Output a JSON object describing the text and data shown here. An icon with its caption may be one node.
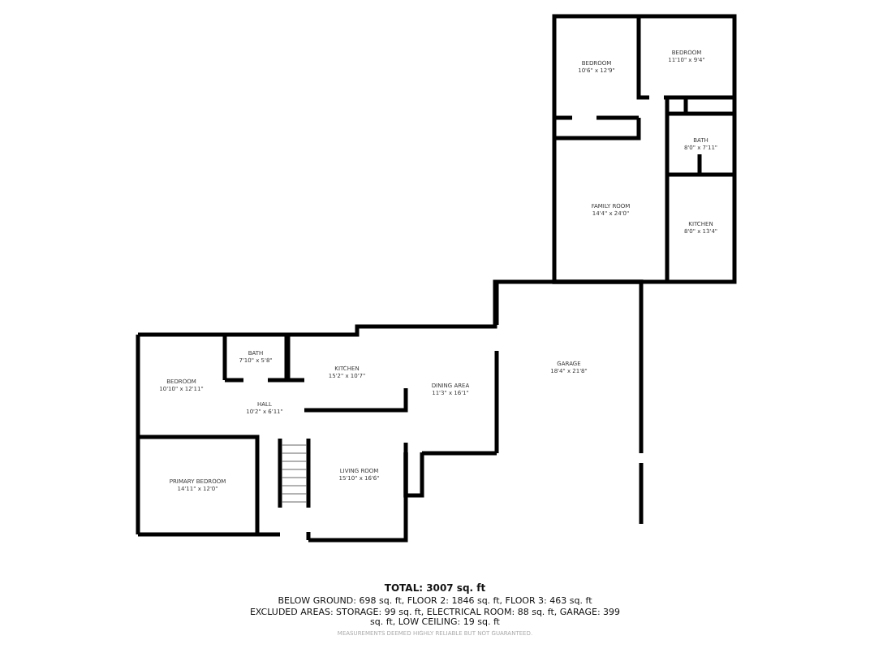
{
  "diagram": {
    "nodes": [
      {
        "text": [
          "BEDROOM",
          "10'6\" x 12'9\""
        ]
      },
      {
        "text": [
          "BEDROOM",
          "11'10\" x 9'4\""
        ]
      },
      {
        "text": [
          "BATH",
          "8'0\" x 7'11\""
        ]
      },
      {
        "text": [
          "FAMILY ROOM",
          "14'4\" x 24'0\""
        ]
      },
      {
        "text": [
          "KITCHEN",
          "8'0\" x 13'4\""
        ]
      },
      {
        "text": [
          "BATH",
          "7'10\" x 5'8\""
        ]
      },
      {
        "text": [
          "KITCHEN",
          "15'2\" x 10'7\""
        ]
      },
      {
        "text": [
          "GARAGE",
          "18'4\" x 21'8\""
        ]
      },
      {
        "text": [
          "BEDROOM",
          "10'10\" x 12'11\""
        ]
      },
      {
        "text": [
          "DINING AREA",
          "11'3\" x 16'1\""
        ]
      },
      {
        "text": [
          "HALL",
          "10'2\" x 6'11\""
        ]
      },
      {
        "text": [
          "PRIMARY BEDROOM",
          "14'11\" x 12'0\""
        ]
      },
      {
        "text": [
          "LIVING ROOM",
          "15'10\" x 16'6\""
        ]
      }
    ],
    "edges": [],
    "labels": [
      "TOTAL: 3007 sq. ft",
      "BELOW GROUND: 698 sq. ft, FLOOR 2: 1846 sq. ft, FLOOR 3: 463 sq. ft",
      "EXCLUDED AREAS: STORAGE: 99 sq. ft, ELECTRICAL ROOM: 88 sq. ft, GARAGE: 399 sq. ft, LOW CEILING: 19 sq. ft",
      "MEASUREMENTS DEEMED HIGHLY RELIABLE BUT NOT GUARANTEED."
    ]
  }
}
